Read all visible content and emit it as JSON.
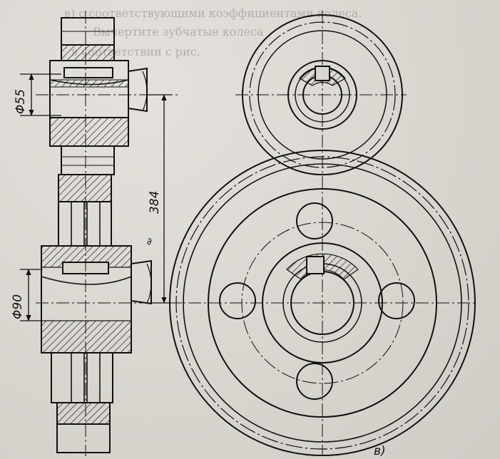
{
  "background_text": {
    "line1": "в) с соответствующими коэффициентами колеса.",
    "line2": "Вычертите зубчатые колеса",
    "line3": "в соответствии с рис."
  },
  "dimensions": {
    "shaft_small_diameter": "Φ55",
    "shaft_large_diameter": "Φ90",
    "center_distance": "384"
  },
  "labels": {
    "figure_letter": "в)",
    "glyph_sigma": "∂"
  },
  "colors": {
    "ink": "#111111",
    "paper": "#d9d6d0",
    "ghost_text": "#8d8a85"
  }
}
